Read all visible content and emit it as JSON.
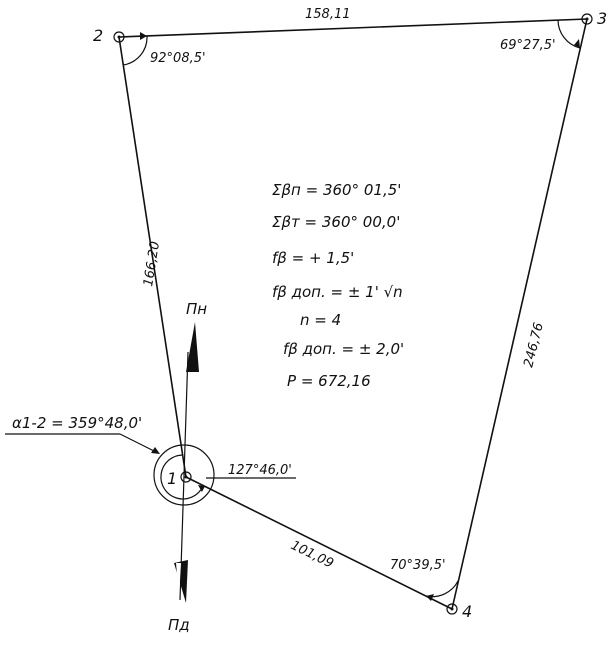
{
  "points": [
    {
      "id": "1",
      "label": "1"
    },
    {
      "id": "2",
      "label": "2"
    },
    {
      "id": "3",
      "label": "3"
    },
    {
      "id": "4",
      "label": "4"
    }
  ],
  "sides": {
    "s23": "158,11",
    "s34": "246,76",
    "s41": "101,09",
    "s12": "166,20"
  },
  "angles": {
    "a1": "127°46,0'",
    "a2": "92°08,5'",
    "a3": "69°27,5'",
    "a4": "70°39,5'"
  },
  "azimuth": {
    "text": "α1-2 = 359°48,0'"
  },
  "north": {
    "true_label": "Пн",
    "magnetic_label": "Пд"
  },
  "calc": {
    "line1": "Σβп = 360° 01,5'",
    "line2": "Σβт = 360° 00,0'",
    "line3": "fβ = + 1,5'",
    "line4": "fβ доп. = ± 1' √n",
    "line5": "n = 4",
    "line6": "fβ доп. = ± 2,0'",
    "line7": "P = 672,16"
  }
}
